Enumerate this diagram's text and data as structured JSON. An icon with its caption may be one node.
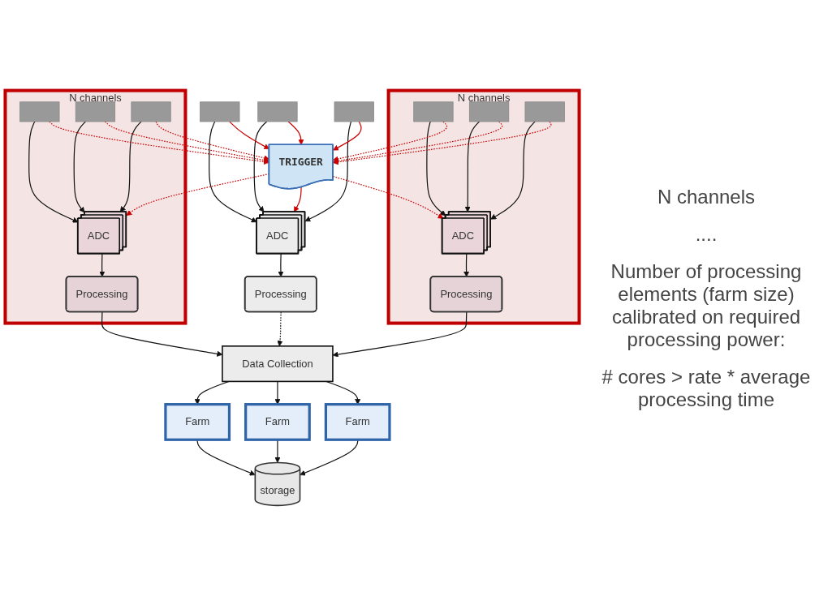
{
  "diagram": {
    "nodes": [
      {
        "text": [
          "N channels"
        ]
      },
      {
        "text": [],
        "shape": "box",
        "in": 0
      },
      {
        "text": [],
        "shape": "box",
        "in": 0
      },
      {
        "text": [],
        "shape": "box",
        "in": 0
      },
      {
        "text": [
          "ADC"
        ],
        "in": 0
      },
      {
        "text": [
          "Processing"
        ],
        "in": 0
      },
      {
        "text": [
          "N channels"
        ]
      },
      {
        "text": [],
        "shape": "box",
        "in": 6
      },
      {
        "text": [],
        "shape": "box",
        "in": 6
      },
      {
        "text": [],
        "shape": "box",
        "in": 6
      },
      {
        "text": [
          "ADC"
        ],
        "in": 6
      },
      {
        "text": [
          "Processing"
        ],
        "in": 6
      },
      {
        "text": [],
        "shape": "box"
      },
      {
        "text": [],
        "shape": "box"
      },
      {
        "text": [],
        "shape": "box"
      },
      {
        "text": [
          "ADC"
        ]
      },
      {
        "text": [
          "Processing"
        ]
      },
      {
        "text": [
          "TRIGGER"
        ]
      },
      {
        "text": [
          "Data Collection"
        ]
      },
      {
        "text": [
          "Farm"
        ]
      },
      {
        "text": [
          "Farm"
        ]
      },
      {
        "text": [
          "Farm"
        ]
      },
      {
        "text": [
          "storage"
        ]
      }
    ],
    "edges": [
      {
        "from": 1,
        "to": 4,
        "arrow": "to"
      },
      {
        "from": 2,
        "to": 4,
        "arrow": "to"
      },
      {
        "from": 3,
        "to": 4,
        "arrow": "to"
      },
      {
        "from": 1,
        "to": 17,
        "arrow": "to",
        "style": "dashed",
        "color": "#cc0000"
      },
      {
        "from": 2,
        "to": 17,
        "arrow": "to",
        "style": "dashed",
        "color": "#cc0000"
      },
      {
        "from": 3,
        "to": 17,
        "arrow": "to",
        "style": "dashed",
        "color": "#cc0000"
      },
      {
        "from": 7,
        "to": 10,
        "arrow": "to"
      },
      {
        "from": 8,
        "to": 10,
        "arrow": "to"
      },
      {
        "from": 9,
        "to": 10,
        "arrow": "to"
      },
      {
        "from": 7,
        "to": 17,
        "arrow": "to",
        "style": "dashed",
        "color": "#cc0000"
      },
      {
        "from": 8,
        "to": 17,
        "arrow": "to",
        "style": "dashed",
        "color": "#cc0000"
      },
      {
        "from": 9,
        "to": 17,
        "arrow": "to",
        "style": "dashed",
        "color": "#cc0000"
      },
      {
        "from": 12,
        "to": 15,
        "arrow": "to"
      },
      {
        "from": 13,
        "to": 15,
        "arrow": "to"
      },
      {
        "from": 14,
        "to": 15,
        "arrow": "to"
      },
      {
        "from": 12,
        "to": 17,
        "arrow": "to",
        "color": "#cc0000"
      },
      {
        "from": 13,
        "to": 17,
        "arrow": "to",
        "color": "#cc0000"
      },
      {
        "from": 14,
        "to": 17,
        "arrow": "to",
        "color": "#cc0000"
      },
      {
        "from": 4,
        "to": 5,
        "arrow": "to"
      },
      {
        "from": 10,
        "to": 11,
        "arrow": "to"
      },
      {
        "from": 15,
        "to": 16,
        "arrow": "to"
      },
      {
        "from": 17,
        "to": 15,
        "arrow": "to",
        "color": "#cc0000"
      },
      {
        "from": 17,
        "to": 10,
        "arrow": "to",
        "style": "dashed",
        "color": "#cc0000"
      },
      {
        "from": 17,
        "to": 4,
        "arrow": "to",
        "style": "dashed",
        "color": "#cc0000"
      },
      {
        "from": 5,
        "to": 18,
        "arrow": "to"
      },
      {
        "from": 11,
        "to": 18,
        "arrow": "to"
      },
      {
        "from": 16,
        "to": 18,
        "arrow": "to",
        "style": "dashed"
      },
      {
        "from": 18,
        "to": 19,
        "arrow": "to"
      },
      {
        "from": 18,
        "to": 20,
        "arrow": "to"
      },
      {
        "from": 18,
        "to": 21,
        "arrow": "to"
      },
      {
        "from": 19,
        "to": 22,
        "arrow": "to"
      },
      {
        "from": 20,
        "to": 22,
        "arrow": "to"
      },
      {
        "from": 21,
        "to": 22,
        "arrow": "to"
      }
    ],
    "labels": [
      "N channels",
      "....",
      "Number of processing elements (farm size) calibrated on required processing power:",
      "# cores > rate * average processing time"
    ]
  }
}
